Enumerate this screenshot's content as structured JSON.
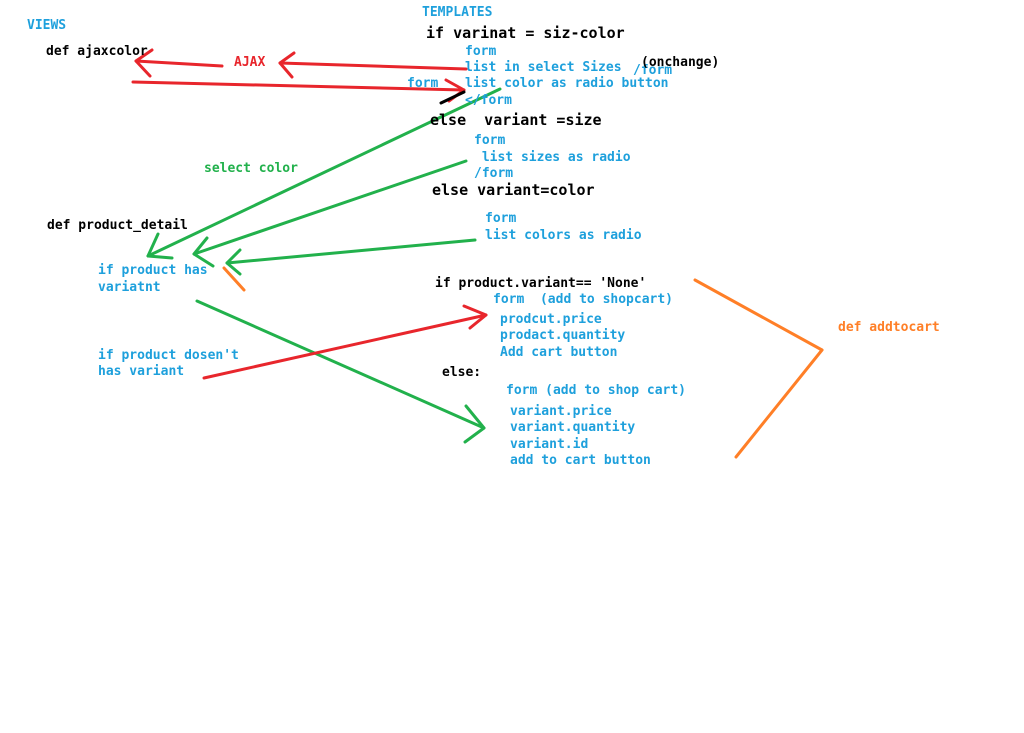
{
  "colors": {
    "black": "#000000",
    "blue": "#1ea0dc",
    "red": "#e8262c",
    "green": "#22b14c",
    "orange": "#ff7f27"
  },
  "views": {
    "heading": "VIEWS",
    "ajaxcolor": "def ajaxcolor",
    "ajax": "AJAX",
    "select_color": "select color",
    "product_detail": "def product_detail",
    "if_has_variant_1": "if product has",
    "if_has_variant_2": "variatnt",
    "if_no_variant_1": "if product dosen't",
    "if_no_variant_2": "has variant",
    "addtocart": "def addtocart"
  },
  "templates": {
    "heading": "TEMPLATES",
    "if_size_color": "if varinat = siz-color",
    "sc_form": "form",
    "sc_select_sizes": "list in select Sizes",
    "sc_close_form_a": "/form",
    "onchange": "(onchange)",
    "sc_form_b": "form",
    "sc_radio_colors": "list color as radio button",
    "sc_close_form_b": "</form",
    "else_size": "else  variant =size",
    "size_form": "form",
    "size_list": " list sizes as radio",
    "size_close": "/form",
    "else_color": "else variant=color",
    "color_form": "form",
    "color_list": "list colors as radio",
    "if_none": "if product.variant== 'None'",
    "none_form": "form  (add to shopcart)",
    "none_price": "prodcut.price",
    "none_qty": "prodact.quantity",
    "none_btn": "Add cart button",
    "else": "else:",
    "var_form": "form (add to shop cart)",
    "var_price": "variant.price",
    "var_qty": "variant.quantity",
    "var_id": "variant.id",
    "var_btn": "add to cart button"
  }
}
